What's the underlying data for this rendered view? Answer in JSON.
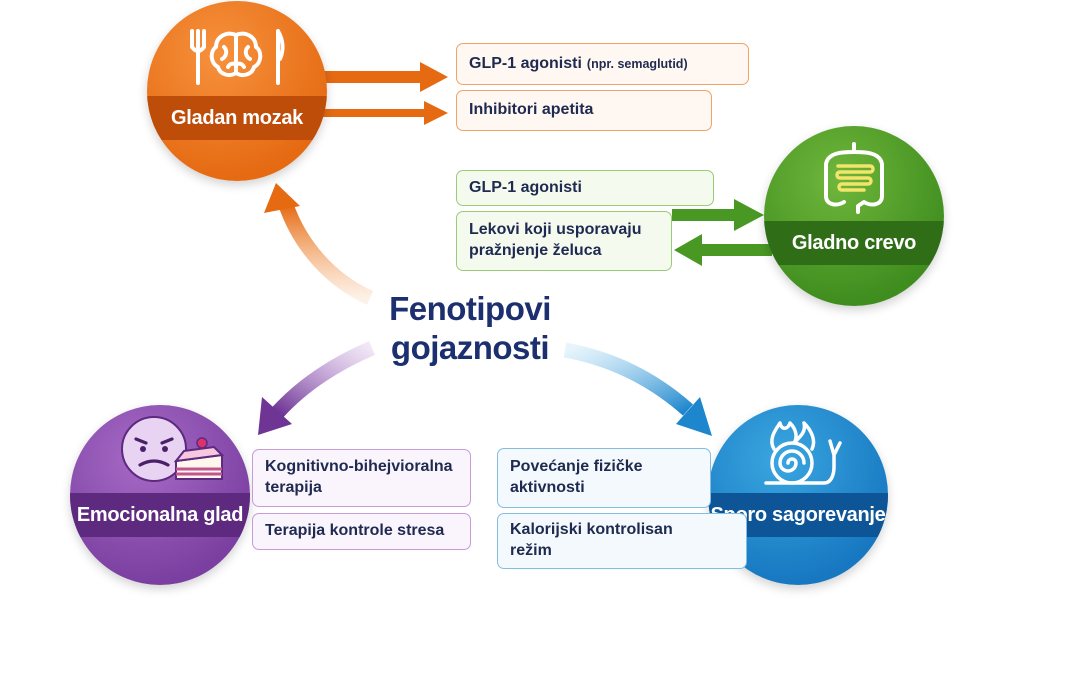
{
  "title_line1": "Fenotipovi",
  "title_line2": "gojaznosti",
  "phenotypes": {
    "brain": {
      "label": "Gladan mozak",
      "icon": "brain-with-fork-knife-icon",
      "color": "#e56a12"
    },
    "gut": {
      "label": "Gladno crevo",
      "icon": "intestine-icon",
      "color": "#3f8d1f"
    },
    "emotional": {
      "label": "Emocionalna glad",
      "icon": "sad-face-with-cake-icon",
      "color": "#7a3fa0"
    },
    "slow": {
      "label": "Sporo sagorevanje",
      "icon": "snail-with-flame-icon",
      "color": "#1778c1"
    }
  },
  "therapies": {
    "brain": [
      {
        "label": "GLP-1 agonisti",
        "note": "(npr. semaglutid)"
      },
      {
        "label": "Inhibitori apetita"
      }
    ],
    "gut": [
      {
        "label": "GLP-1 agonisti"
      },
      {
        "line1": "Lekovi koji usporavaju",
        "line2": "pražnjenje želuca"
      }
    ],
    "emotional": [
      {
        "line1": "Kognitivno-bihejvioralna",
        "line2": "terapija"
      },
      {
        "label": "Terapija kontrole stresa"
      }
    ],
    "slow": [
      {
        "line1": "Povećanje fizičke",
        "line2": "aktivnosti"
      },
      {
        "line1": "Kalorijski kontrolisan",
        "line2": "režim"
      }
    ]
  }
}
